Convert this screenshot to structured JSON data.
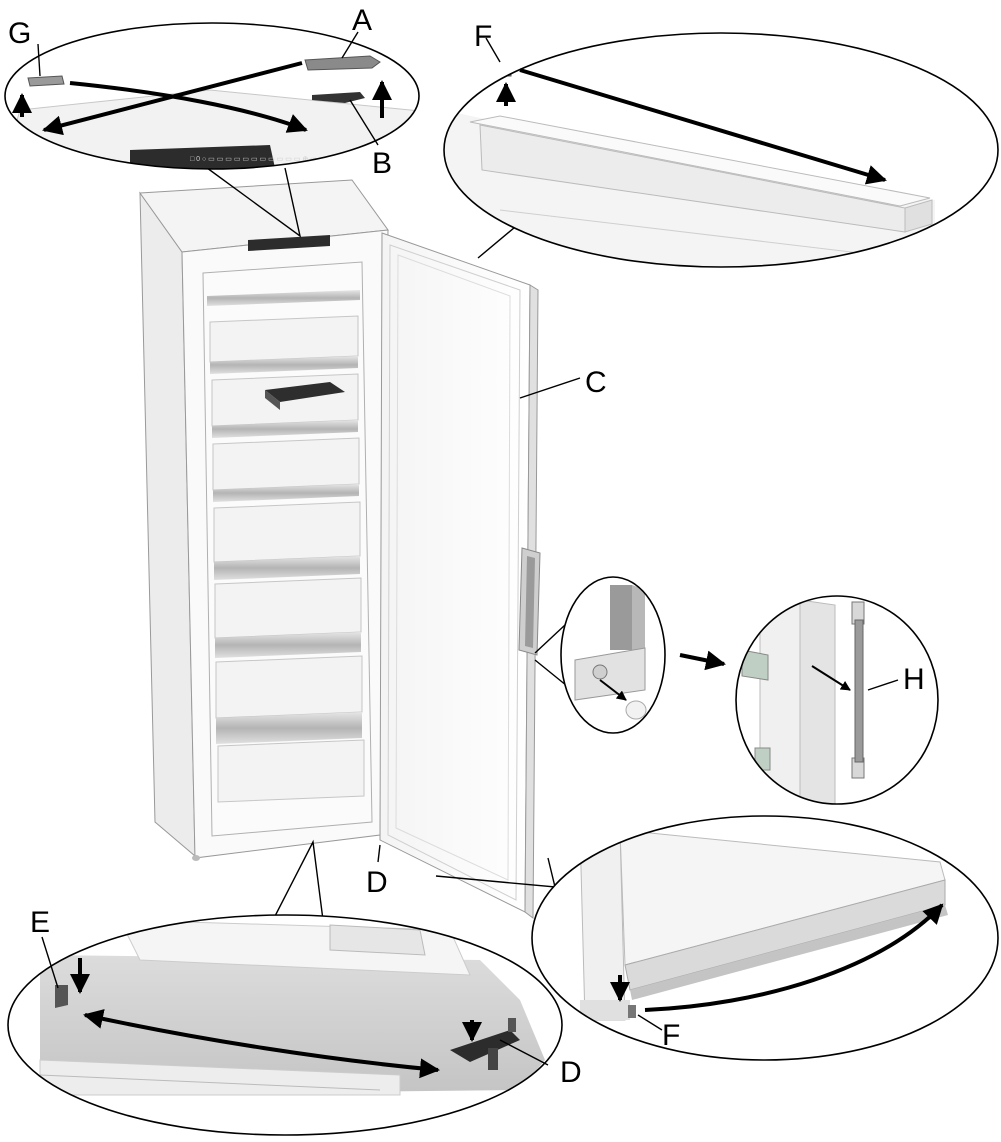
{
  "diagram": {
    "labels": {
      "A": "A",
      "B": "B",
      "C": "C",
      "D_center": "D",
      "D_bottom": "D",
      "E": "E",
      "F_top": "F",
      "F_bottom": "F",
      "G": "G",
      "H": "H"
    },
    "control_panel_text": "□ 0 ○ ▭ ▭ ▭ ▭ ▭ ▭ ▭ ▭ ▭ ▭ ▭ ⊕ ▭",
    "colors": {
      "outline": "#000000",
      "cabinet": "#f7f7f7",
      "interior": "#fbfbfb",
      "shelf_front": "#c8c8c8",
      "panel_dark": "#2c2c2c",
      "part_gray": "#8a8a8a",
      "floor_gray": "#d6d6d6"
    }
  }
}
